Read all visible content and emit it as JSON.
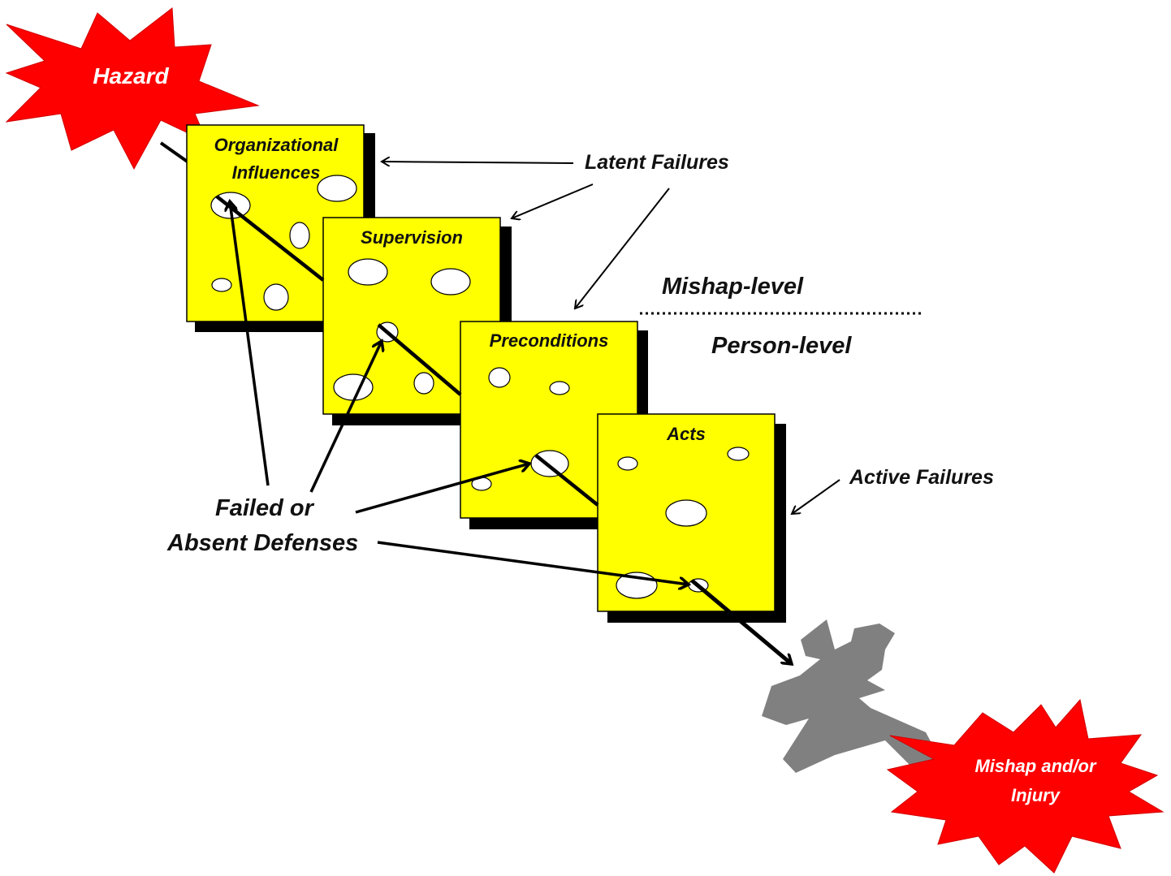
{
  "hazard": {
    "label": "Hazard"
  },
  "outcome": {
    "label_line1": "Mishap and/or",
    "label_line2": "Injury"
  },
  "slices": [
    {
      "name": "organizational-influences",
      "title_line1": "Organizational",
      "title_line2": "Influences"
    },
    {
      "name": "supervision",
      "title_line1": "Supervision",
      "title_line2": ""
    },
    {
      "name": "preconditions",
      "title_line1": "Preconditions",
      "title_line2": ""
    },
    {
      "name": "acts",
      "title_line1": "Acts",
      "title_line2": ""
    }
  ],
  "labels": {
    "latent_failures": "Latent Failures",
    "active_failures": "Active Failures",
    "mishap_level": "Mishap-level",
    "person_level": "Person-level",
    "failed_defenses_line1": "Failed or",
    "failed_defenses_line2": "Absent Defenses"
  },
  "colors": {
    "slice_fill": "#ffff00",
    "star_fill": "#ff0000",
    "aircraft_fill": "#808080",
    "shadow": "#000000"
  }
}
